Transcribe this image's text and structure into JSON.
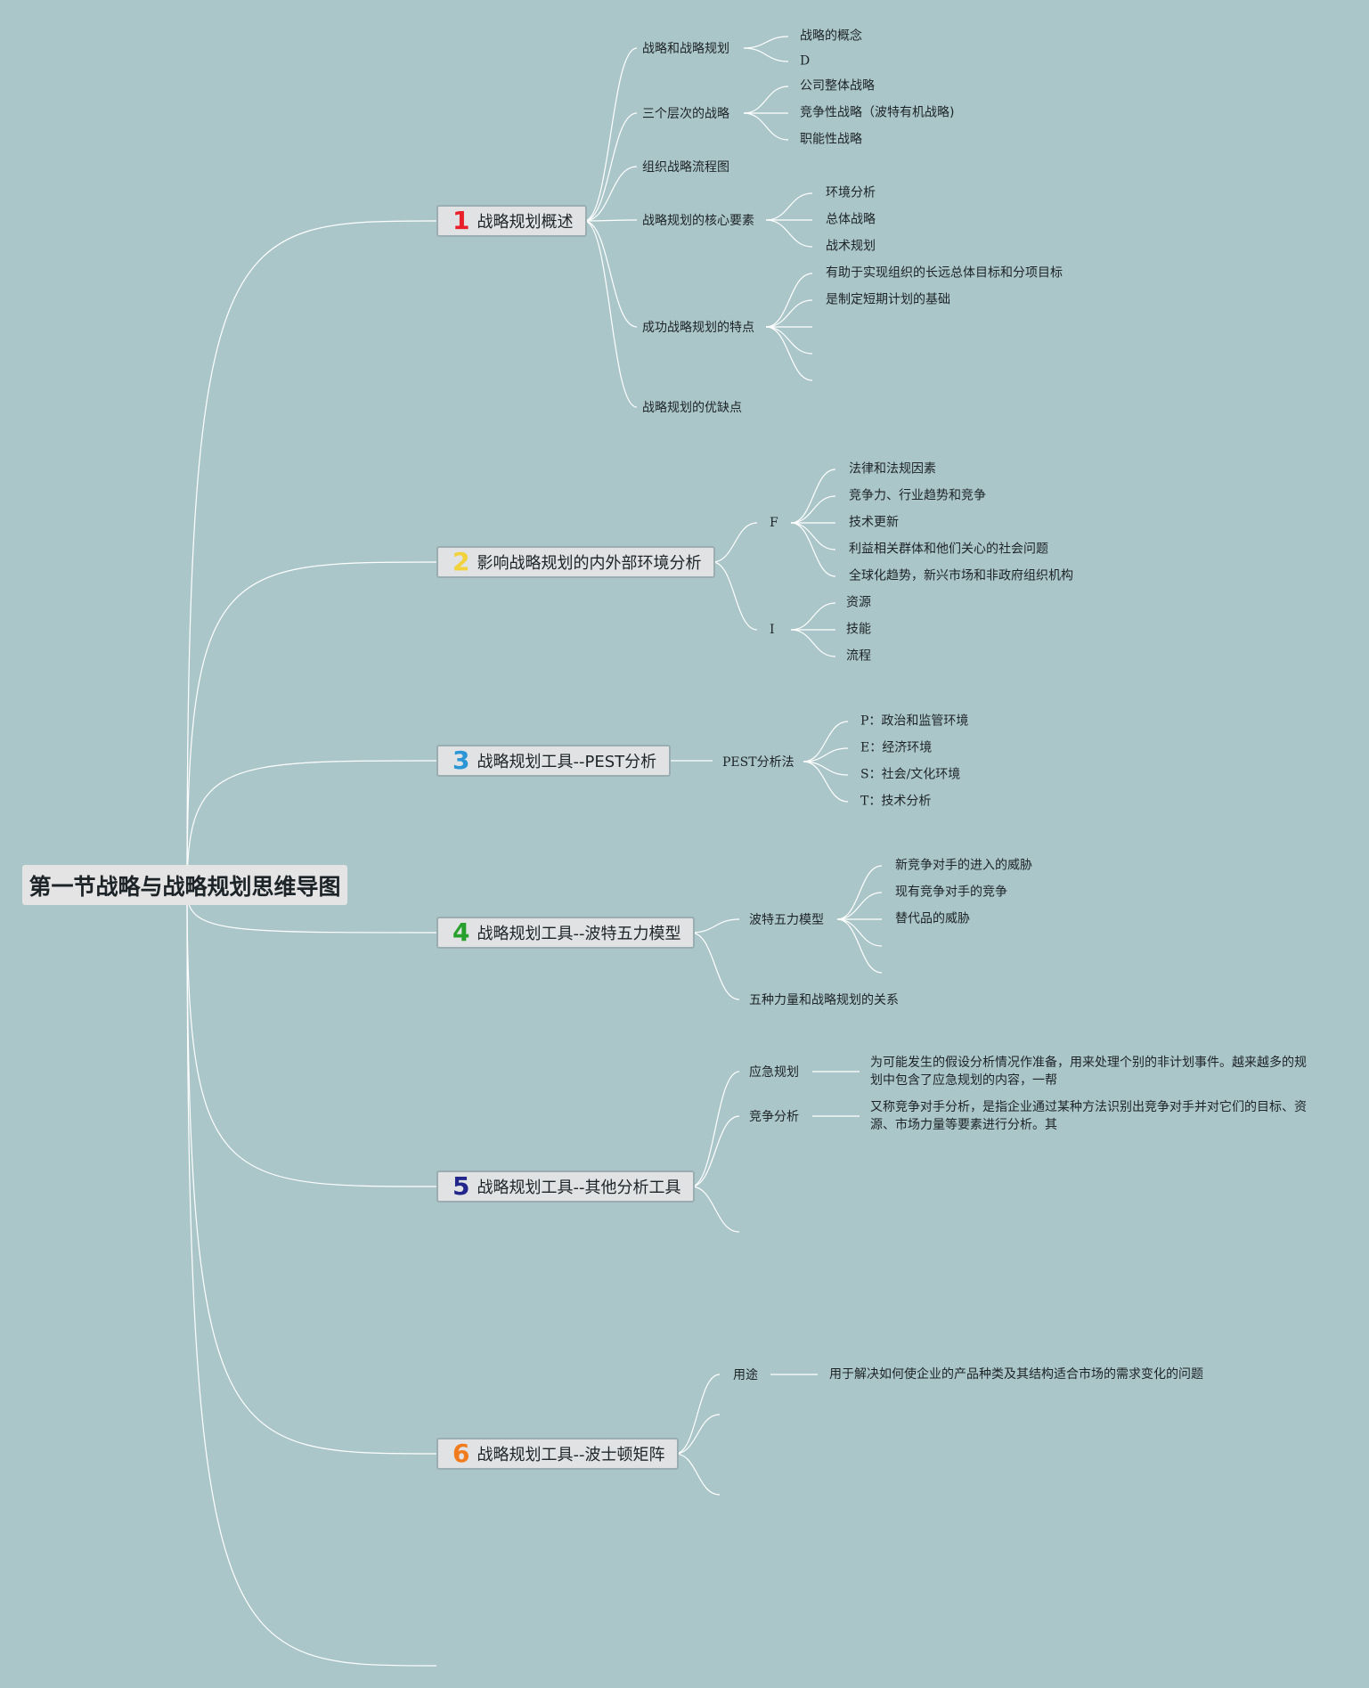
{
  "root": {
    "title": "第一节战略与战略规划思维导图"
  },
  "colors": {
    "background": "#abc6c9",
    "lines": "#ffffff",
    "num1": "#e8202a",
    "num2": "#f2d23a",
    "num3": "#2b96d6",
    "num4": "#28a02e",
    "num5": "#23278c",
    "num6": "#f07c1e"
  },
  "branches": [
    {
      "num": "1",
      "label": "战略规划概述",
      "children": [
        {
          "label": "战略和战略规划",
          "children": [
            "战略的概念",
            "D"
          ]
        },
        {
          "label": "三个层次的战略",
          "children": [
            "公司整体战略",
            "竞争性战略（波特有机战略)",
            "职能性战略"
          ]
        },
        {
          "label": "组织战略流程图"
        },
        {
          "label": "战略规划的核心要素",
          "children": [
            "环境分析",
            "总体战略",
            "战术规划"
          ]
        },
        {
          "label": "成功战略规划的特点",
          "children": [
            "有助于实现组织的长远总体目标和分项目标",
            "是制定短期计划的基础",
            "",
            "",
            ""
          ]
        },
        {
          "label": "战略规划的优缺点"
        }
      ]
    },
    {
      "num": "2",
      "label": "影响战略规划的内外部环境分析",
      "children": [
        {
          "label": "F",
          "children": [
            "法律和法规因素",
            "竞争力、行业趋势和竞争",
            "技术更新",
            "利益相关群体和他们关心的社会问题",
            "全球化趋势，新兴市场和非政府组织机构"
          ]
        },
        {
          "label": "I",
          "children": [
            "资源",
            "技能",
            "流程"
          ]
        }
      ]
    },
    {
      "num": "3",
      "label": "战略规划工具--PEST分析",
      "children": [
        {
          "label": "PEST分析法",
          "children": [
            "P：政治和监管环境",
            "E：经济环境",
            "S：社会/文化环境",
            "T：技术分析"
          ]
        }
      ]
    },
    {
      "num": "4",
      "label": "战略规划工具--波特五力模型",
      "children": [
        {
          "label": "波特五力模型",
          "children": [
            "新竞争对手的进入的威胁",
            "现有竞争对手的竞争",
            "替代品的威胁",
            "",
            ""
          ]
        },
        {
          "label": "五种力量和战略规划的关系"
        }
      ]
    },
    {
      "num": "5",
      "label": "战略规划工具--其他分析工具",
      "children": [
        {
          "label": "应急规划",
          "note": "为可能发生的假设分析情况作准备，用来处理个别的非计划事件。越来越多的规划中包含了应急规划的内容，一帮"
        },
        {
          "label": "竞争分析",
          "note": "又称竞争对手分析，是指企业通过某种方法识别出竞争对手并对它们的目标、资源、市场力量等要素进行分析。其"
        },
        {
          "label": ""
        }
      ]
    },
    {
      "num": "6",
      "label": "战略规划工具--波士顿矩阵",
      "children": [
        {
          "label": "用途",
          "note": "用于解决如何使企业的产品种类及其结构适合市场的需求变化的问题"
        },
        {
          "label": ""
        },
        {
          "label": ""
        }
      ]
    }
  ]
}
